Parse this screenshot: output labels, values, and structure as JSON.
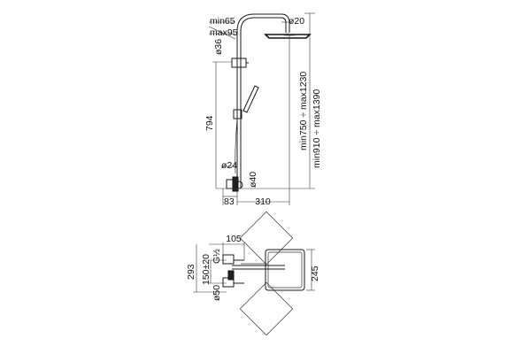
{
  "diagram": {
    "side_view": {
      "min_offset": "min65",
      "max_offset": "max95",
      "head_pipe_dia": "ø20",
      "valve_dia": "ø36",
      "height": "794",
      "lower_pipe_dia": "ø24",
      "outlet_dia": "ø40",
      "range_a": "min750 ÷ max1230",
      "range_b": "min910 ÷ max1390",
      "wall_offset": "83",
      "arm_length": "310"
    },
    "top_view": {
      "width": "105",
      "total_height": "293",
      "center_distance": "150±20",
      "fitting_dia": "ø50",
      "fitting_label": "G½",
      "head_size": "245"
    }
  }
}
